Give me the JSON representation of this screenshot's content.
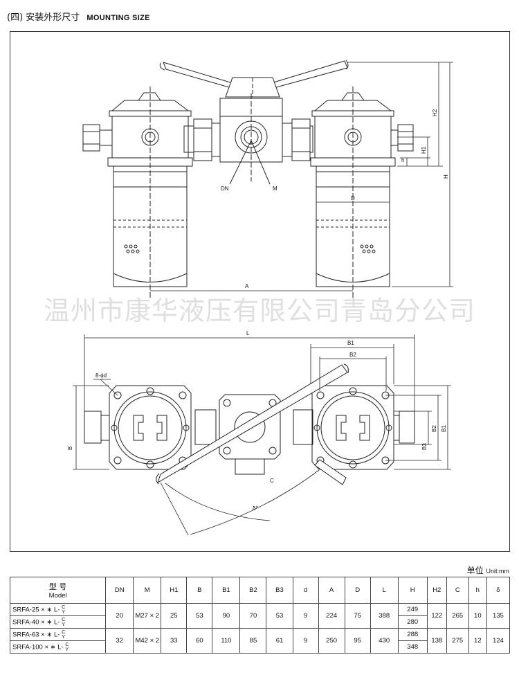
{
  "header": {
    "title_zh": "(四) 安装外形尺寸",
    "title_en": "MOUNTING SIZE"
  },
  "watermark": "温州市康华液压有限公司青岛分公司",
  "drawing": {
    "front_labels": {
      "h2": "H2",
      "h1": "H1",
      "h": "h",
      "H": "H",
      "dn": "DN",
      "m": "M",
      "d": "D",
      "a": "A"
    },
    "top_labels": {
      "l": "L",
      "b1": "B1",
      "b2": "B2",
      "hole": "8-ϕd",
      "b": "B",
      "b2v": "B2",
      "b1v": "B1",
      "b3": "B3",
      "c": "C",
      "delta": "δ°"
    }
  },
  "unit": {
    "zh": "单位",
    "en": "Unit:mm"
  },
  "table": {
    "headers": {
      "model_zh": "型 号",
      "model_en": "Model",
      "cols": [
        "DN",
        "M",
        "H1",
        "B",
        "B1",
        "B2",
        "B3",
        "d",
        "A",
        "D",
        "L",
        "H",
        "H2",
        "C",
        "h",
        "δ"
      ]
    },
    "model_suffix": {
      "top": "C",
      "bottom": "Y"
    },
    "rows": [
      {
        "models": [
          "SRFA-25 × ∗ L-",
          "SRFA-40 × ∗ L-"
        ],
        "DN": "20",
        "M": "M27 × 2",
        "H1": "25",
        "B": "53",
        "B1": "90",
        "B2": "70",
        "B3": "53",
        "d": "9",
        "A": "224",
        "D": "75",
        "L": "388",
        "H": [
          "249",
          "280"
        ],
        "H2": "122",
        "C": "265",
        "h": "10",
        "delta": "135"
      },
      {
        "models": [
          "SRFA-63 × ∗ L-",
          "SRFA-100 × ∗ L-"
        ],
        "DN": "32",
        "M": "M42 × 2",
        "H1": "33",
        "B": "60",
        "B1": "110",
        "B2": "85",
        "B3": "61",
        "d": "9",
        "A": "250",
        "D": "95",
        "L": "430",
        "H": [
          "288",
          "348"
        ],
        "H2": "138",
        "C": "275",
        "h": "12",
        "delta": "124"
      }
    ]
  }
}
